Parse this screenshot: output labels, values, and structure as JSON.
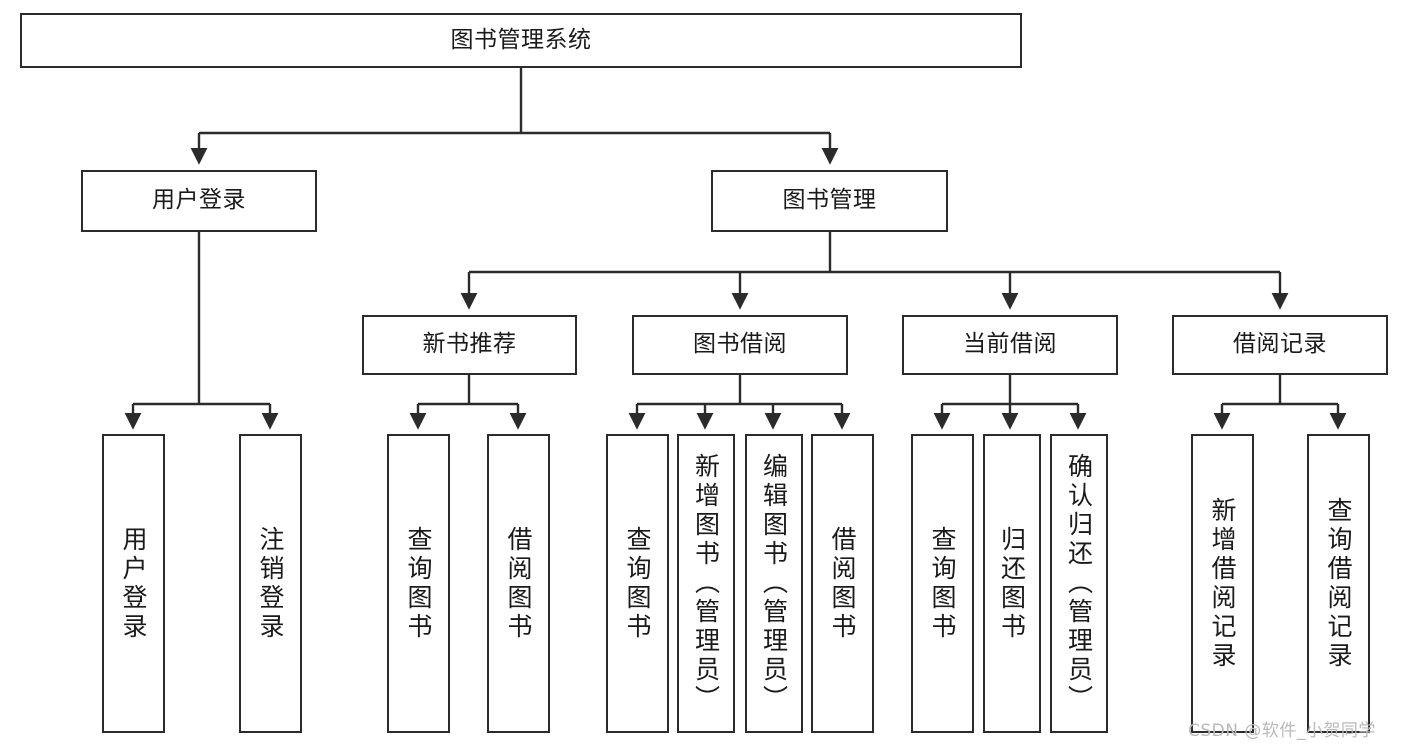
{
  "diagram": {
    "title": "图书管理系统",
    "type": "tree-structure-chart",
    "stroke_color": "#2b2b2b",
    "fill_color": "#ffffff",
    "text_color": "#1a1a1a"
  },
  "nodes": {
    "root": {
      "label": "图书管理系统"
    },
    "level2": [
      {
        "label": "用户登录"
      },
      {
        "label": "图书管理"
      }
    ],
    "level3": [
      {
        "label": "新书推荐"
      },
      {
        "label": "图书借阅"
      },
      {
        "label": "当前借阅"
      },
      {
        "label": "借阅记录"
      }
    ],
    "leaves": [
      {
        "label": "用户登录"
      },
      {
        "label": "注销登录"
      },
      {
        "label": "查询图书"
      },
      {
        "label": "借阅图书"
      },
      {
        "label": "查询图书"
      },
      {
        "label": "新增图书（管理员）"
      },
      {
        "label": "编辑图书（管理员）"
      },
      {
        "label": "借阅图书"
      },
      {
        "label": "查询图书"
      },
      {
        "label": "归还图书"
      },
      {
        "label": "确认归还（管理员）"
      },
      {
        "label": "新增借阅记录"
      },
      {
        "label": "查询借阅记录"
      }
    ]
  },
  "watermark": {
    "text": "CSDN @软件_小贺同学"
  }
}
